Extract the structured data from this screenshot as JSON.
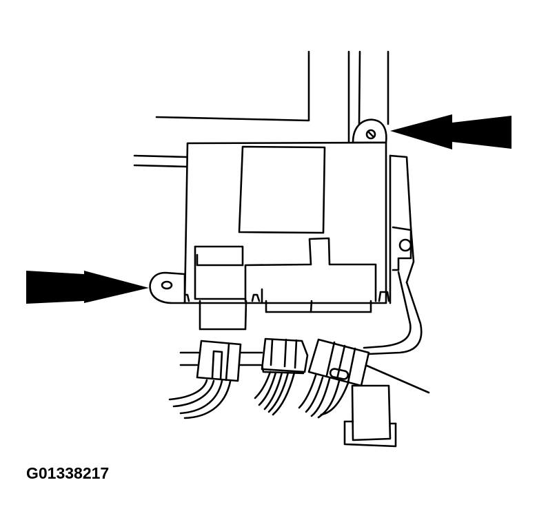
{
  "figure": {
    "id_label": "G01338217",
    "description": "Line drawing of an electronic control module mounted with two fastener locations indicated by arrows, with wiring harness connectors plugged into the bottom",
    "colors": {
      "line": "#000000",
      "background": "#ffffff",
      "arrow": "#000000"
    }
  },
  "callouts": [
    {
      "name": "upper-right-arrow",
      "points_to": "upper mounting tab with screw"
    },
    {
      "name": "left-arrow",
      "points_to": "left mounting tab with hole"
    }
  ],
  "components": {
    "module": "control module housing",
    "connectors": [
      "left harness connector",
      "middle harness connector",
      "right harness connector"
    ],
    "bracket": "lower bracket clip"
  }
}
